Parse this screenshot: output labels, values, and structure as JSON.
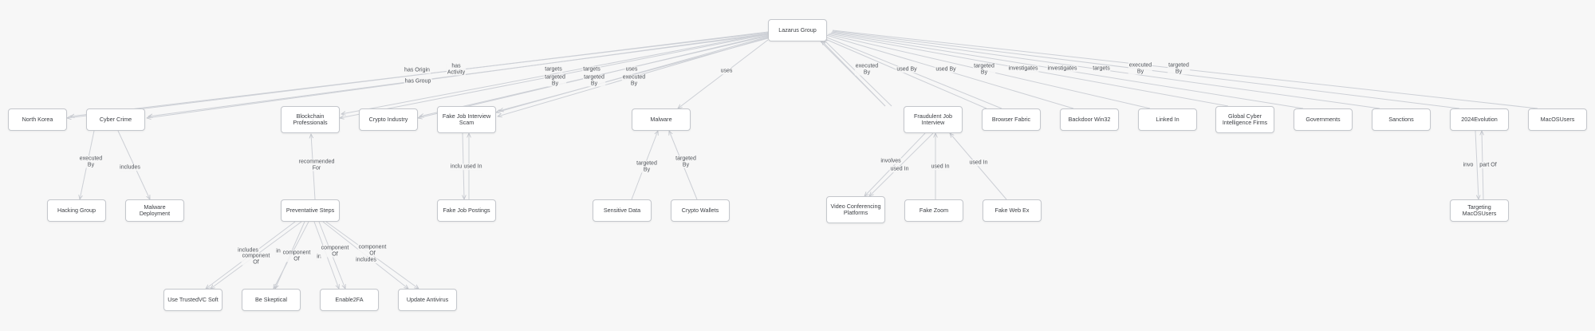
{
  "nodes": {
    "lazarus_group": "Lazarus Group",
    "north_korea": "North Korea",
    "cyber_crime": "Cyber Crime",
    "blockchain_professionals": "Blockchain Professionals",
    "crypto_industry": "Crypto Industry",
    "fake_job_interview_scam": "Fake Job Interview Scam",
    "malware": "Malware",
    "fraudulent_job_interview": "Fraudulent Job Interview",
    "browser_fabric": "Browser Fabric",
    "backdoor_win32": "Backdoor Win32",
    "linked_in": "Linked In",
    "global_cyber_intelligence_firms": "Global Cyber Intelligence Firms",
    "governments": "Governments",
    "sanctions": "Sanctions",
    "evolution_2024": "2024Evolution",
    "macos_users": "MacOSUsers",
    "hacking_group": "Hacking Group",
    "malware_deployment": "Malware Deployment",
    "preventative_steps": "Preventative Steps",
    "fake_job_postings": "Fake Job Postings",
    "sensitive_data": "Sensitive Data",
    "crypto_wallets": "Crypto Wallets",
    "video_conferencing_platforms": "Video Conferencing Platforms",
    "fake_zoom": "Fake Zoom",
    "fake_web_ex": "Fake Web Ex",
    "targeting_macos_users": "Targeting MacOSUsers",
    "use_trusted_vc_soft": "Use TrustedVC Soft",
    "be_skeptical": "Be Skeptical",
    "enable_2fa": "Enable2FA",
    "update_antivirus": "Update Antivirus"
  },
  "edge_labels": {
    "has_origin": "has Origin",
    "has_activity": "has\nActivity",
    "has_group": "has Group",
    "targets_1": "targets",
    "targets_2": "targets",
    "uses_1": "uses",
    "targeted_by_1": "targeted\nBy",
    "targeted_by_2": "targeted\nBy",
    "executed_by_1": "executed\nBy",
    "uses_2": "uses",
    "executed_by_2": "executed\nBy",
    "used_by_1": "used By",
    "used_by_2": "used By",
    "targeted_by_3": "targeted\nBy",
    "investigates_1": "investigates",
    "investigates_2": "investigates",
    "targets_3": "targets",
    "executed_by_3": "executed\nBy",
    "targeted_by_4": "targeted\nBy",
    "executed_by_4": "executed\nBy",
    "includes_1": "includes",
    "recommended_for": "recommended\nFor",
    "includes_2": "inclu",
    "used_in_1": "used In",
    "targeted_by_5": "targeted\nBy",
    "targeted_by_6": "targeted\nBy",
    "involves": "involves",
    "used_in_2": "used In",
    "used_in_3": "used In",
    "used_in_4": "used In",
    "involves_2": "invo",
    "part_of": "part Of",
    "includes_3": "includes",
    "component_of_1": "component\nOf",
    "includes_4": "in",
    "component_of_2": "component\nOf",
    "includes_5": "in",
    "component_of_3": "component\nOf",
    "component_of_4": "component\nOf",
    "includes_6": "includes"
  }
}
